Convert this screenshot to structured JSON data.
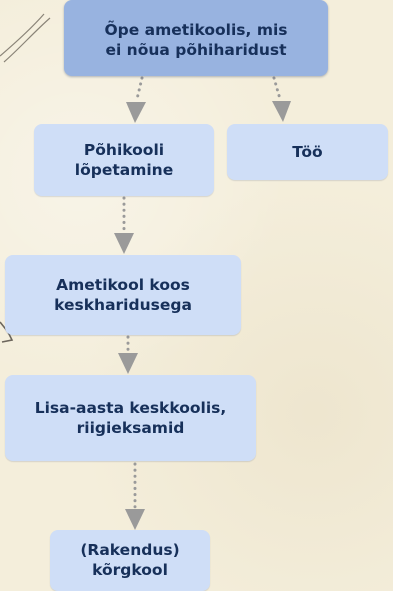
{
  "nodes": {
    "top": "Õpe ametikoolis, mis\nei nõua põhiharidust",
    "basic_school": "Põhikooli\nlõpetamine",
    "work": "Töö",
    "vocational": "Ametikool koos\nkeskharidusega",
    "extra_year": "Lisa-aasta keskkoolis,\nriigieksamid",
    "higher_ed": "(Rakendus)\nkõrgkool"
  },
  "colors": {
    "background": "#f4eedb",
    "box_dark": "#98b3e0",
    "box_light": "#cfdef7",
    "text": "#17305a",
    "arrow": "#9a9a9a"
  }
}
